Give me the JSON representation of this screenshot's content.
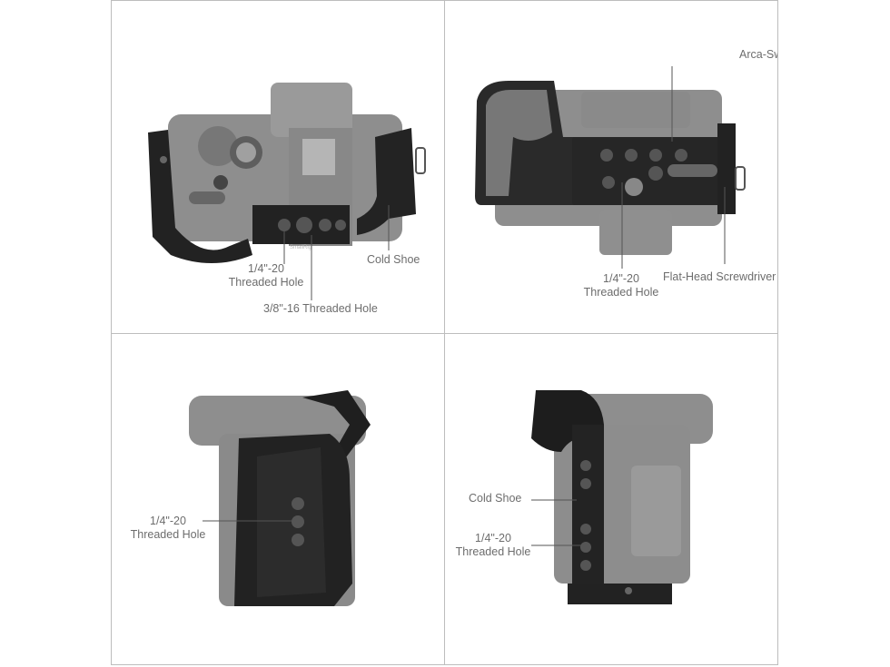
{
  "panels": {
    "top_left": {
      "threaded_quarter": "1/4\"-20",
      "threaded_hole": "Threaded Hole",
      "threaded_38": "3/8\"-16 Threaded Hole",
      "cold_shoe": "Cold Shoe",
      "brand_mark": "SmallRig"
    },
    "top_right": {
      "arca": "Arca-Swiss Plate",
      "threaded_quarter": "1/4\"-20",
      "threaded_hole": "Threaded Hole",
      "screwdriver": "Flat-Head Screwdriver"
    },
    "bottom_left": {
      "threaded_quarter": "1/4\"-20",
      "threaded_hole": "Threaded Hole"
    },
    "bottom_right": {
      "cold_shoe": "Cold Shoe",
      "threaded_quarter": "1/4\"-20",
      "threaded_hole": "Threaded Hole"
    }
  },
  "colors": {
    "camera_gray": "#8c8c8c",
    "camera_dark": "#6f6f6f",
    "cage_black": "#1e1e1e",
    "leader_line": "#555555",
    "label_text": "#6d6d6d"
  }
}
